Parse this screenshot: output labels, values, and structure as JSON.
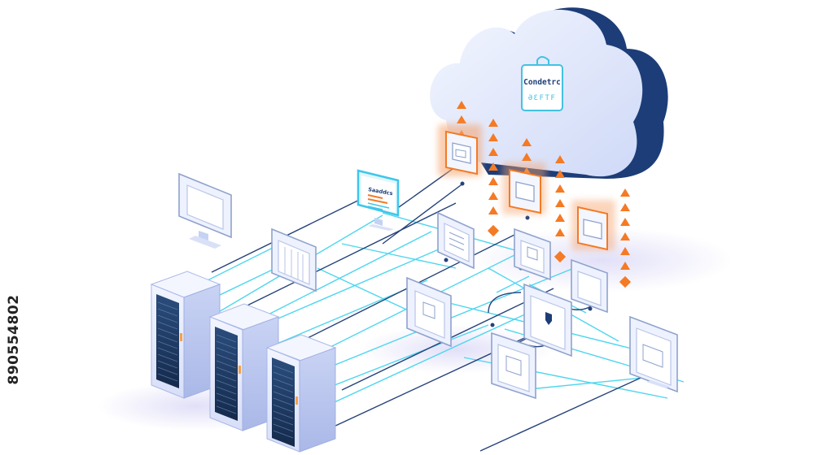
{
  "cloud": {
    "tag_title": "Condetrc",
    "tag_subtitle": "ƏƐFTF",
    "color_face": "#e8eeff",
    "color_back": "#1d3d78"
  },
  "dashboard": {
    "title": "Saaddcs"
  },
  "stock_id": "890554802",
  "colors": {
    "line_cyan": "#3fd3ee",
    "line_dark": "#1f3f77",
    "accent_orange": "#f47a25",
    "server_dark": "#1f3a66"
  },
  "icons": [
    "cloud-icon",
    "server-icon",
    "monitor-icon",
    "dashboard-icon",
    "arrow-up-icon"
  ]
}
